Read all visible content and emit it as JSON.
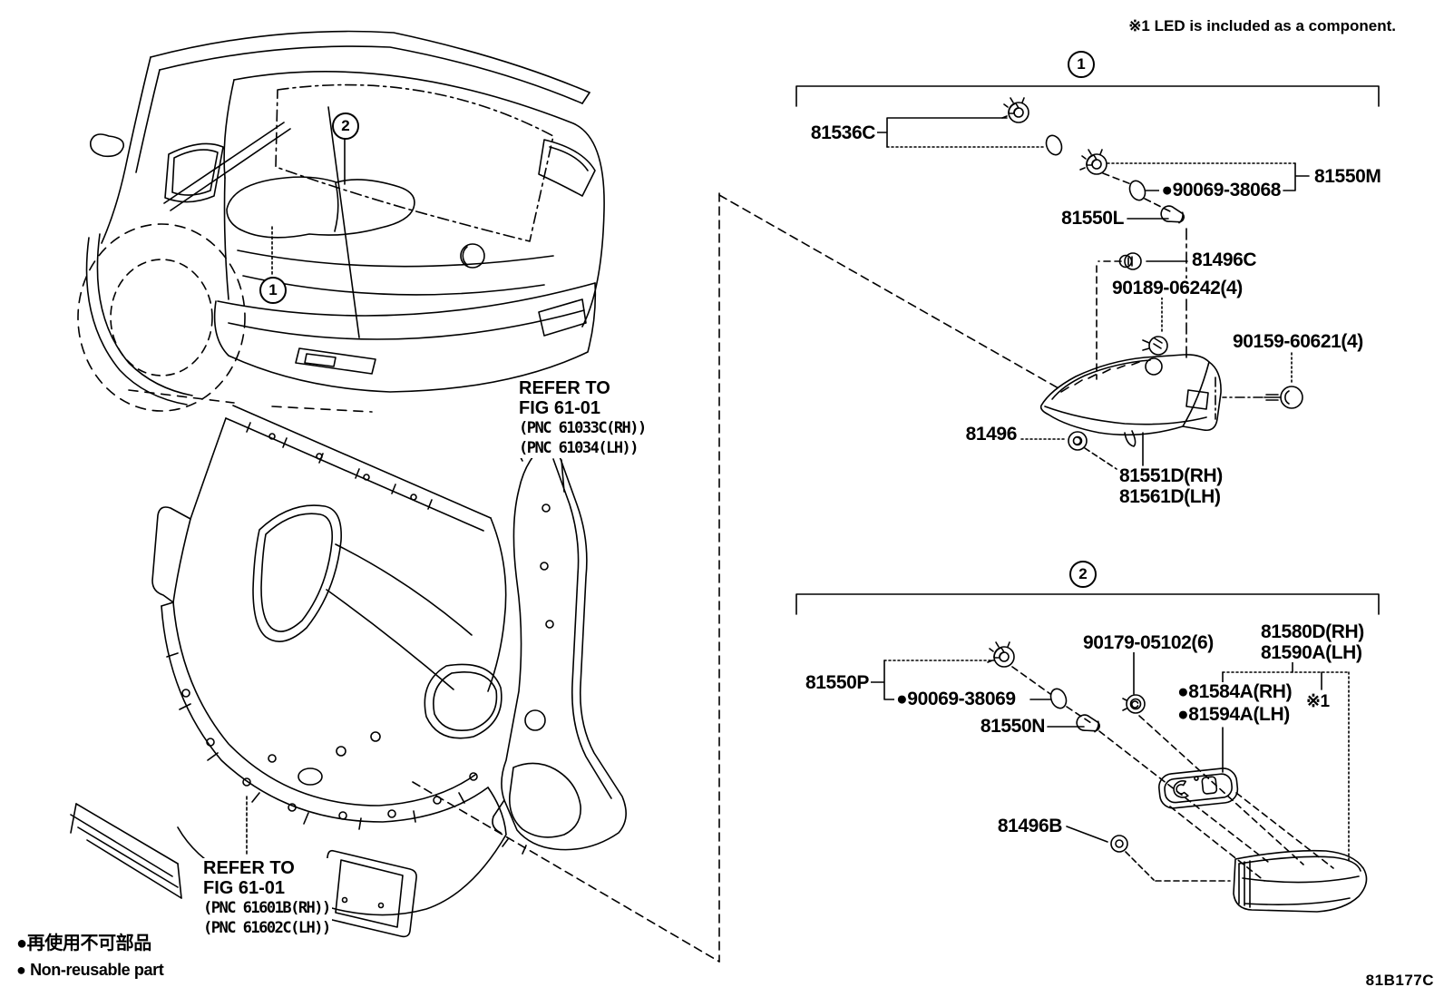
{
  "note_top": "※1 LED is included as a component.",
  "diagram_code": "81B177C",
  "legend": {
    "jp": "●再使用不可部品",
    "en": "● Non-reusable part"
  },
  "callouts": {
    "one": "1",
    "two": "2"
  },
  "refer_blocks": {
    "upper": {
      "l1": "REFER TO",
      "l2": "FIG 61-01",
      "l3": "(PNC 61033C(RH))",
      "l4": "(PNC 61034(LH))"
    },
    "lower": {
      "l1": "REFER TO",
      "l2": "FIG 61-01",
      "l3": "(PNC 61601B(RH))",
      "l4": "(PNC 61602C(LH))"
    }
  },
  "section1": {
    "p81536C": "81536C",
    "p81550M": "81550M",
    "p90069_38068": "●90069-38068",
    "p81550L": "81550L",
    "p81496C": "81496C",
    "p90189": "90189-06242(4)",
    "p90159": "90159-60621(4)",
    "p81496": "81496",
    "p81551D": "81551D(RH)",
    "p81561D": "81561D(LH)"
  },
  "section2": {
    "p81550P": "81550P",
    "p90069_38069": "●90069-38069",
    "p81550N": "81550N",
    "p90179": "90179-05102(6)",
    "p81580D": "81580D(RH)",
    "p81590A": "81590A(LH)",
    "p81584A": "●81584A(RH)",
    "p81594A": "●81594A(LH)",
    "ref_mark": "※1",
    "p81496B": "81496B"
  }
}
